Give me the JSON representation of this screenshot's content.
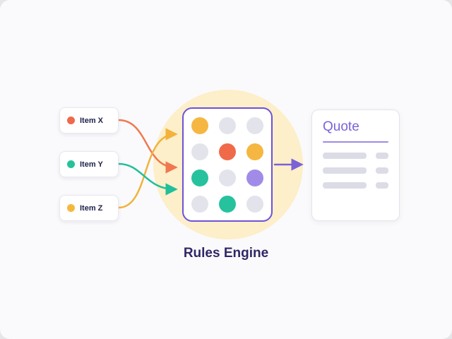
{
  "canvas": {
    "background": "#fafafc"
  },
  "items": [
    {
      "label": "Item X",
      "color": "#f0694a"
    },
    {
      "label": "Item Y",
      "color": "#27c29a"
    },
    {
      "label": "Item Z",
      "color": "#f5b83d"
    }
  ],
  "rules_engine": {
    "label": "Rules Engine",
    "border_color": "#6c52d9",
    "halo_color": "#fcefc9",
    "grid": [
      [
        "amber",
        "gray",
        "gray"
      ],
      [
        "gray",
        "orange",
        "amber"
      ],
      [
        "teal",
        "gray",
        "purple"
      ],
      [
        "gray",
        "teal",
        "gray"
      ]
    ],
    "dot_colors": {
      "amber": "#f5b742",
      "orange": "#f06a4a",
      "teal": "#26c29e",
      "purple": "#a18be8",
      "gray": "#e3e3ec"
    }
  },
  "quote": {
    "title": "Quote",
    "accent": "#7c63d8",
    "skeleton_rows": 3,
    "skeleton_color": "#dcdce6"
  },
  "connectors": {
    "item_x": "#f07850",
    "item_y": "#21bf9b",
    "item_z": "#f2b23c",
    "output": "#7b61d6"
  }
}
